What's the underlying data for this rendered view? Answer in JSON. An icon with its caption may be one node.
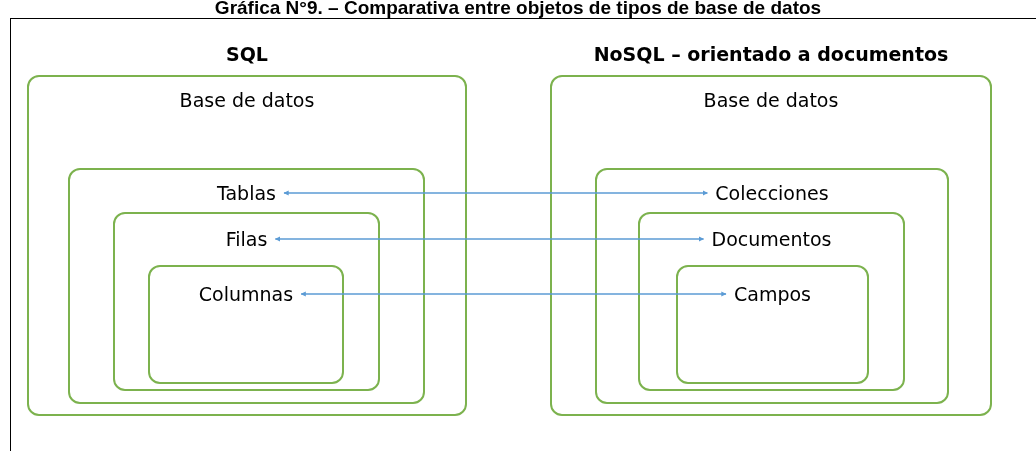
{
  "diagram": {
    "title": "Gráfica N°9. – Comparativa entre objetos de tipos de base de datos",
    "nodes": [
      {
        "text": [
          "SQL",
          "Base de datos"
        ]
      },
      {
        "text": [
          "Tablas"
        ],
        "in": 0
      },
      {
        "text": [
          "Filas"
        ],
        "in": 1
      },
      {
        "text": [
          "Columnas"
        ],
        "in": 2
      },
      {
        "text": [
          "NoSQL – orientado a documentos",
          "Base de datos"
        ]
      },
      {
        "text": [
          "Colecciones"
        ],
        "in": 4
      },
      {
        "text": [
          "Documentos"
        ],
        "in": 5
      },
      {
        "text": [
          "Campos"
        ],
        "in": 6
      }
    ],
    "edges": [
      {
        "from": 1,
        "to": 5,
        "arrow": "both"
      },
      {
        "from": 2,
        "to": 6,
        "arrow": "both"
      },
      {
        "from": 3,
        "to": 7,
        "arrow": "both"
      }
    ]
  }
}
